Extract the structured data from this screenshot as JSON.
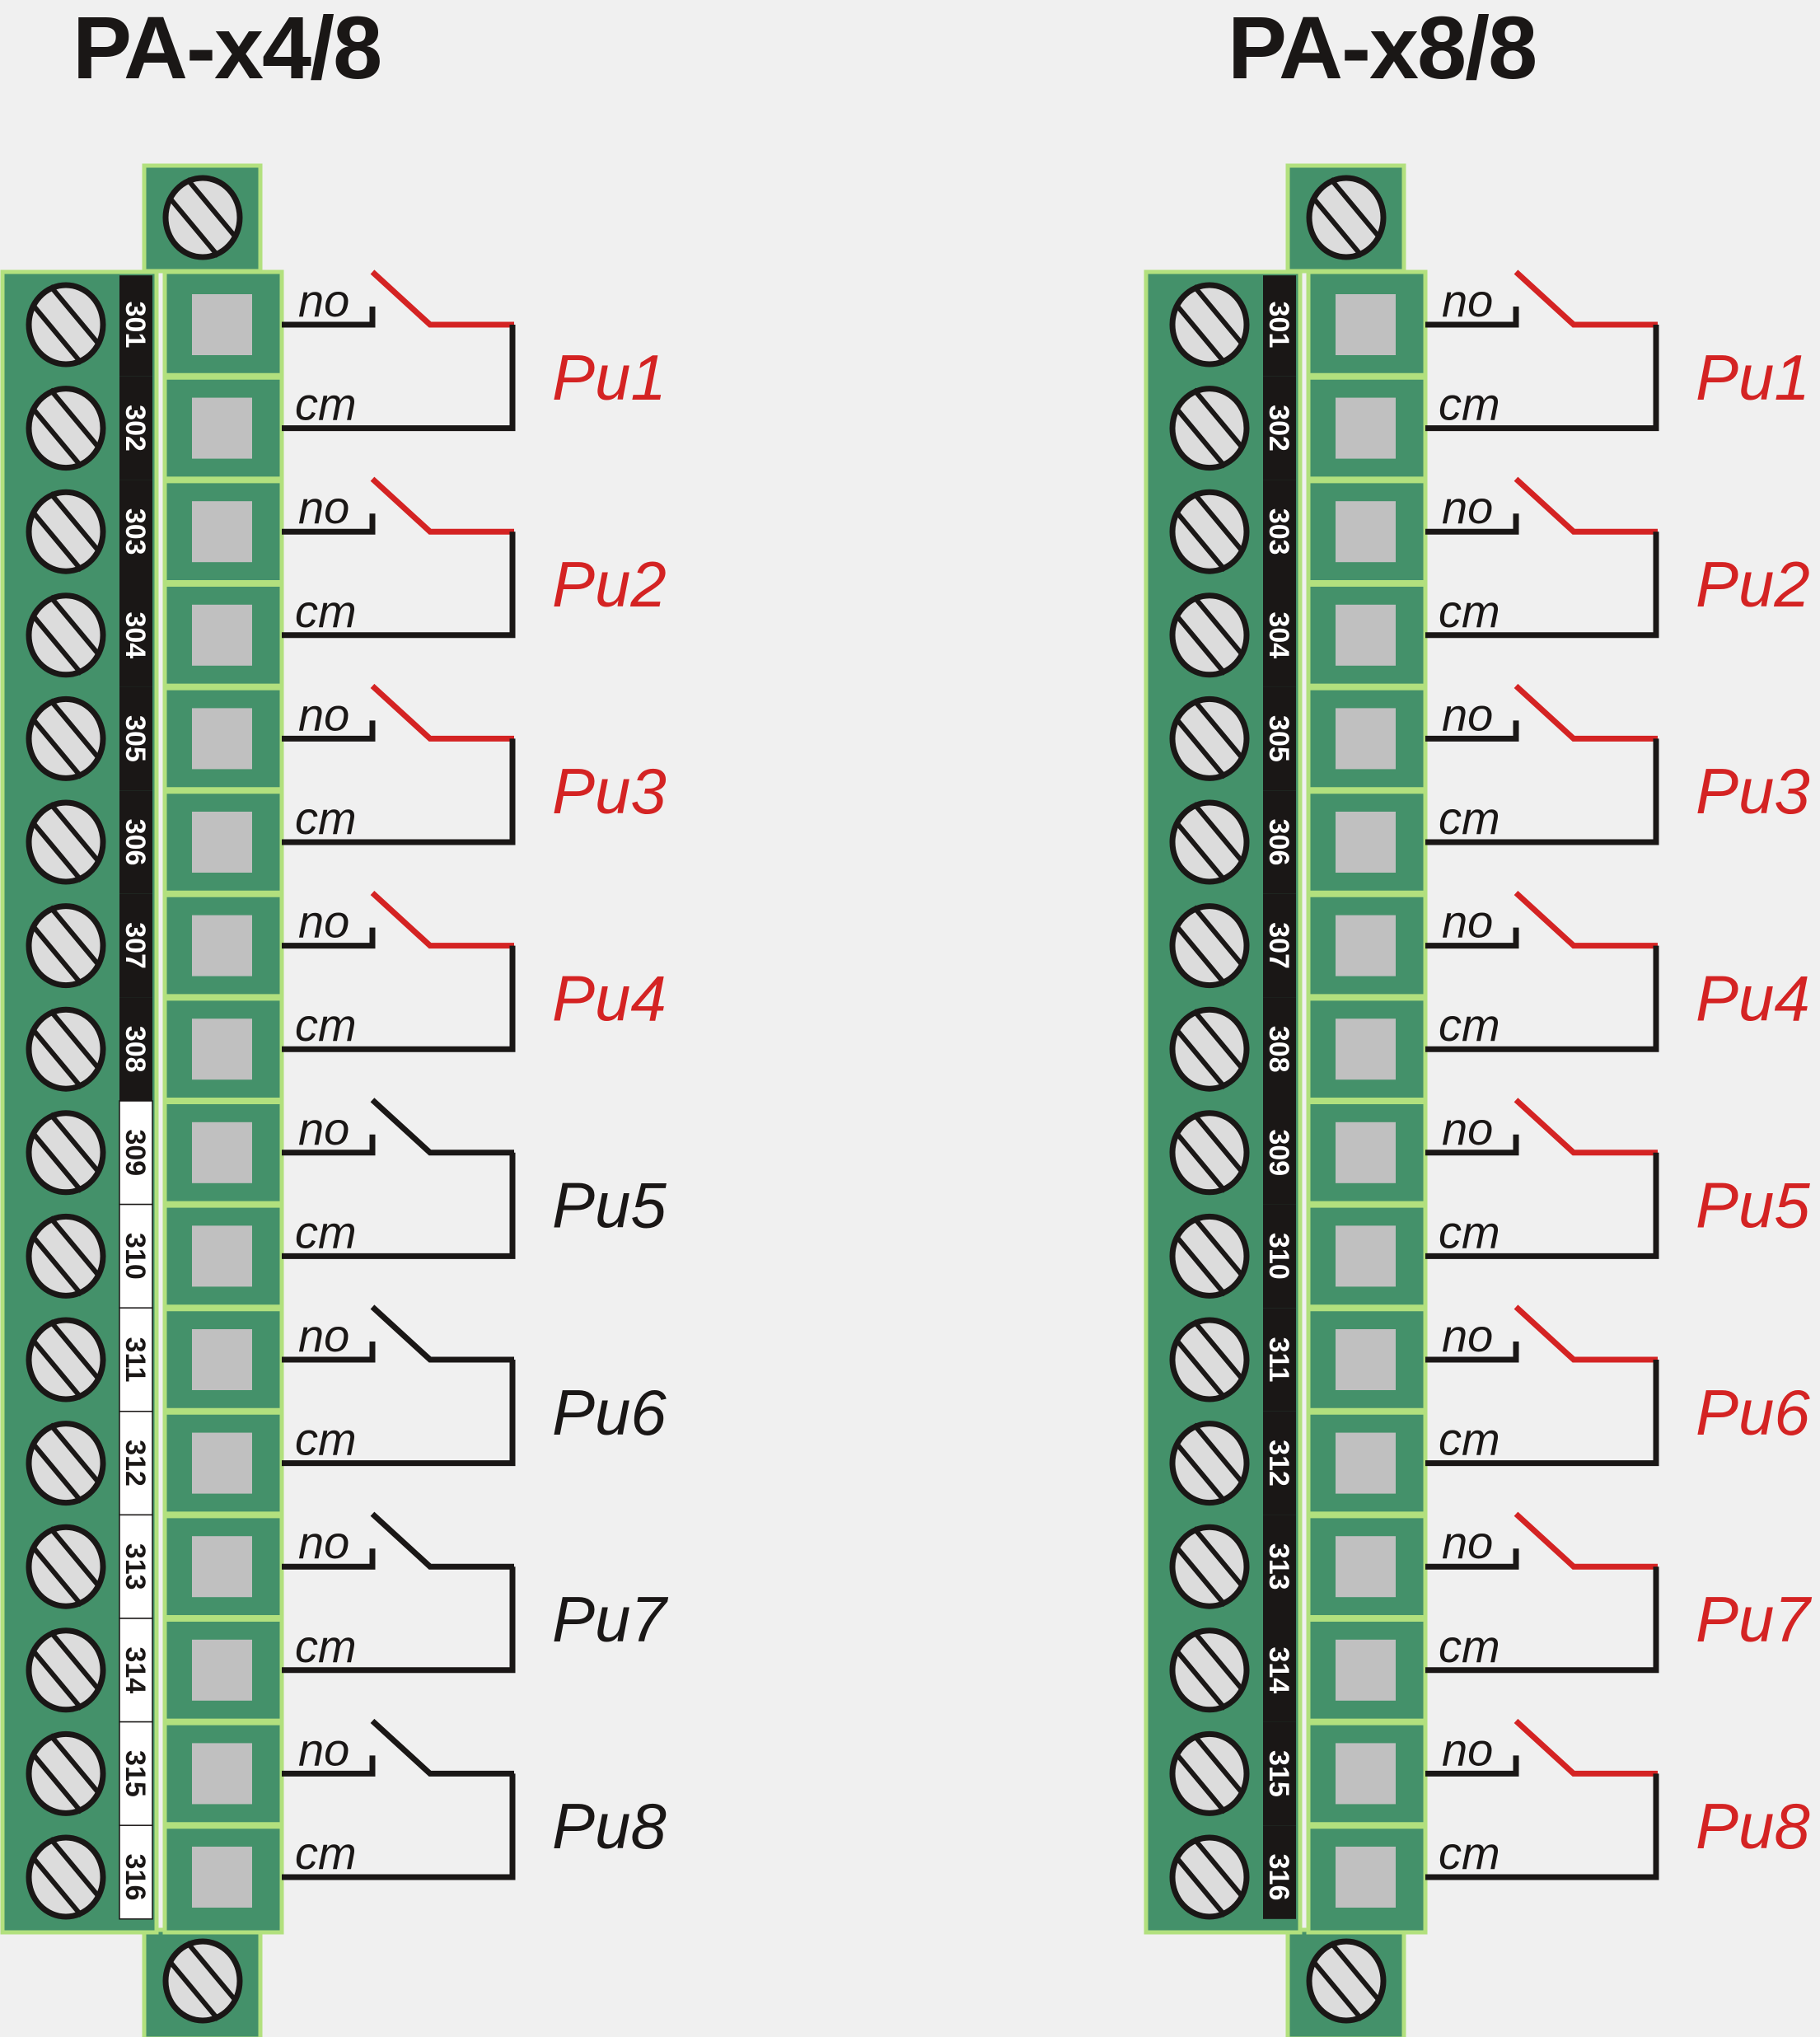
{
  "colors": {
    "background": "#f0f0f0",
    "block_fill": "#44916a",
    "block_border": "#b2e07e",
    "screw_fill": "#dcdcdc",
    "contact_fill": "#c0c0c0",
    "wire": "#1a1716",
    "active": "#d42323",
    "strip_dark": "#1a1716",
    "strip_light": "#ffffff"
  },
  "modules": [
    {
      "title": "PA-x4/8",
      "terminals": [
        "301",
        "302",
        "303",
        "304",
        "305",
        "306",
        "307",
        "308",
        "309",
        "310",
        "311",
        "312",
        "313",
        "314",
        "315",
        "316"
      ],
      "strip_dark_count": 8,
      "contact_labels": {
        "no": "no",
        "cm": "cm"
      },
      "relays": [
        {
          "label": "Pu1",
          "active": true
        },
        {
          "label": "Pu2",
          "active": true
        },
        {
          "label": "Pu3",
          "active": true
        },
        {
          "label": "Pu4",
          "active": true
        },
        {
          "label": "Pu5",
          "active": false
        },
        {
          "label": "Pu6",
          "active": false
        },
        {
          "label": "Pu7",
          "active": false
        },
        {
          "label": "Pu8",
          "active": false
        }
      ]
    },
    {
      "title": "PA-x8/8",
      "terminals": [
        "301",
        "302",
        "303",
        "304",
        "305",
        "306",
        "307",
        "308",
        "309",
        "310",
        "311",
        "312",
        "313",
        "314",
        "315",
        "316"
      ],
      "strip_dark_count": 16,
      "contact_labels": {
        "no": "no",
        "cm": "cm"
      },
      "relays": [
        {
          "label": "Pu1",
          "active": true
        },
        {
          "label": "Pu2",
          "active": true
        },
        {
          "label": "Pu3",
          "active": true
        },
        {
          "label": "Pu4",
          "active": true
        },
        {
          "label": "Pu5",
          "active": true
        },
        {
          "label": "Pu6",
          "active": true
        },
        {
          "label": "Pu7",
          "active": true
        },
        {
          "label": "Pu8",
          "active": true
        }
      ]
    }
  ]
}
